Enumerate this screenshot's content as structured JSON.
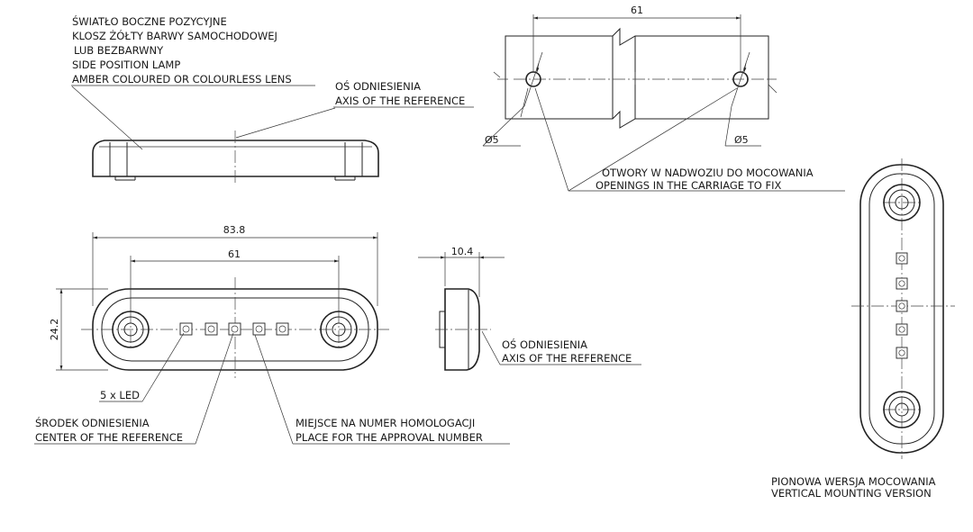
{
  "notes": {
    "lamp_pl_1": "ŚWIATŁO BOCZNE POZYCYJNE",
    "lamp_pl_2": "KLOSZ ŻÓŁTY BARWY SAMOCHODOWEJ",
    "lamp_pl_3": "LUB BEZBARWNY",
    "lamp_en_1": "SIDE POSITION LAMP",
    "lamp_en_2": "AMBER COLOURED OR COLOURLESS LENS",
    "axis_pl": "OŚ ODNIESIENIA",
    "axis_en": "AXIS OF THE REFERENCE",
    "openings_pl": "OTWORY W NADWOZIU DO MOCOWANIA",
    "openings_en": "OPENINGS IN THE CARRIAGE TO FIX",
    "led_count": "5 x LED",
    "center_pl": "ŚRODEK ODNIESIENIA",
    "center_en": "CENTER OF THE REFERENCE",
    "approval_pl": "MIEJSCE NA NUMER HOMOLOGACJI",
    "approval_en": "PLACE FOR THE APPROVAL NUMBER",
    "vertical_pl": "PIONOWA WERSJA MOCOWANIA",
    "vertical_en": "VERTICAL MOUNTING VERSION"
  },
  "dimensions": {
    "overall_length": "83.8",
    "hole_spacing": "61",
    "height": "24.2",
    "depth": "10.4",
    "top_hole_spacing": "61",
    "hole_dia_left": "Ø5",
    "hole_dia_right": "Ø5"
  }
}
